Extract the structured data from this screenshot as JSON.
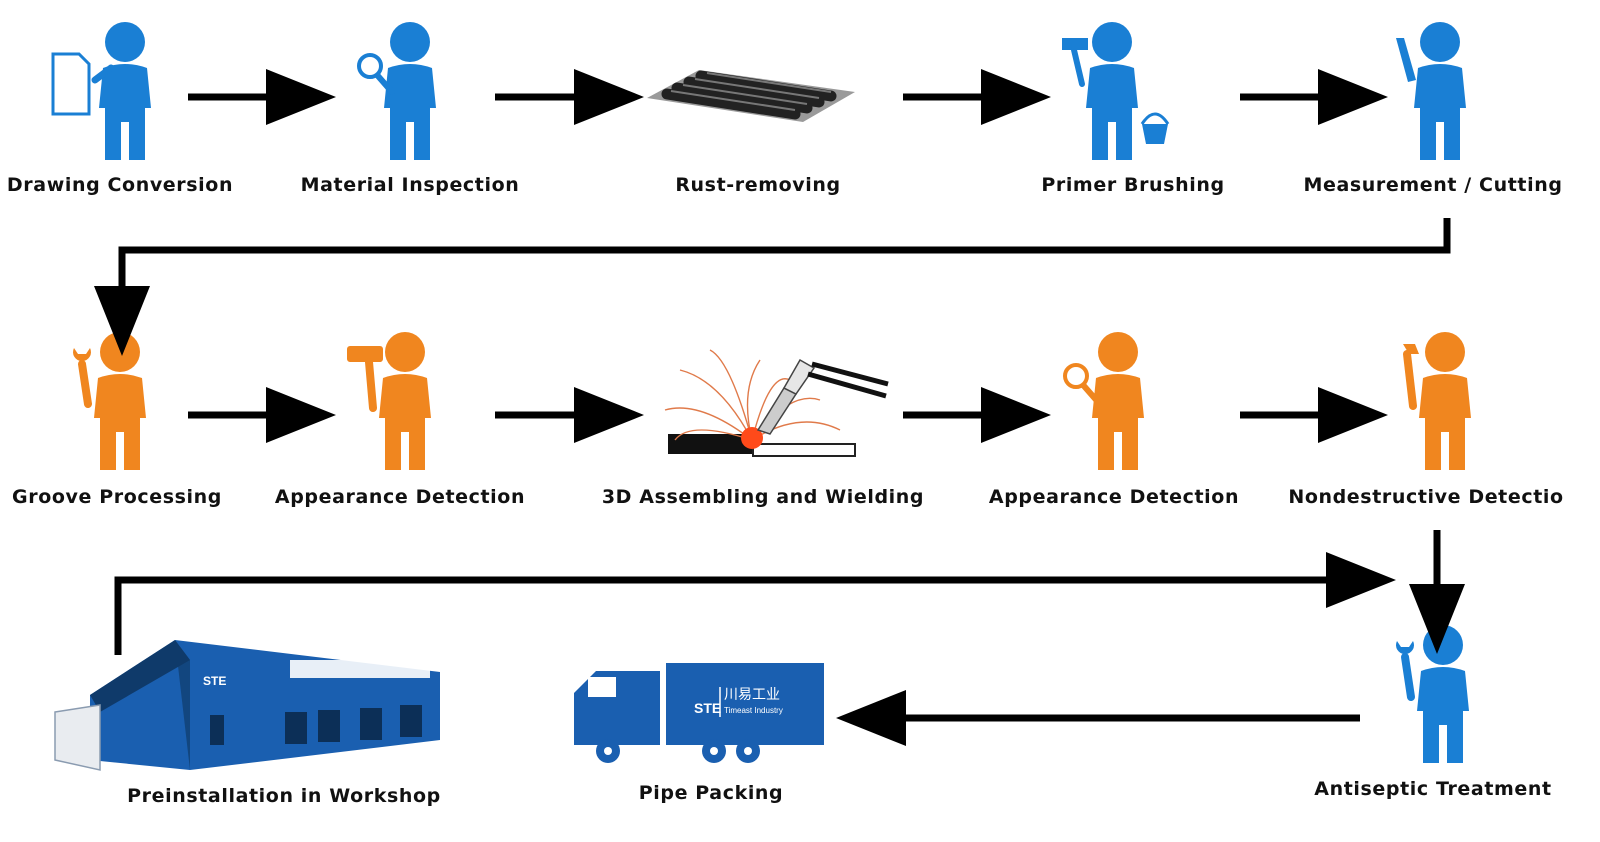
{
  "colors": {
    "blue": "#1a7fd4",
    "orange": "#f0861f",
    "arrow": "#000000",
    "building": "#1a5fb0"
  },
  "steps": [
    {
      "label": "Drawing Conversion",
      "icon": "person-document-icon"
    },
    {
      "label": "Material Inspection",
      "icon": "person-magnifier-icon"
    },
    {
      "label": "Rust-removing",
      "icon": "pipes-icon"
    },
    {
      "label": "Primer Brushing",
      "icon": "person-brush-bucket-icon"
    },
    {
      "label": "Measurement / Cutting",
      "icon": "person-ruler-icon"
    },
    {
      "label": "Groove Processing",
      "icon": "person-wrench-icon"
    },
    {
      "label": "Appearance Detection",
      "icon": "person-hammer-icon"
    },
    {
      "label": "3D Assembling and Wielding",
      "icon": "welding-icon"
    },
    {
      "label": "Appearance Detection",
      "icon": "person-magnifier-icon"
    },
    {
      "label": "Nondestructive Detectio",
      "icon": "person-pipe-wrench-icon"
    },
    {
      "label": "Antiseptic Treatment",
      "icon": "person-wrench-icon"
    },
    {
      "label": "Pipe Packing",
      "icon": "truck-icon"
    },
    {
      "label": "Preinstallation in Workshop",
      "icon": "warehouse-icon"
    }
  ],
  "logo": {
    "brand": "STE",
    "chinese": "川易工业",
    "english": "Timeast Industry"
  }
}
